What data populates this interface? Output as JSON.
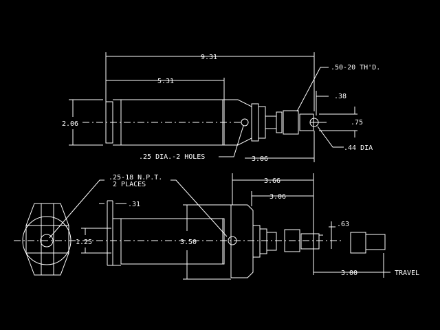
{
  "colors": {
    "background": "#000000",
    "line": "#ffffff"
  },
  "top_view": {
    "dim_overall": "9.31",
    "dim_body": "5.31",
    "dim_height": "2.06",
    "thread_note": ".50-20 TH'D.",
    "dim_rod_end": ".38",
    "dim_clevis": ".75",
    "hole_note": ".25 DIA.-2 HOLES",
    "dim_pin_hole": ".44 DIA",
    "dim_rod_extension": "3.06"
  },
  "bottom_view": {
    "port_note_line1": ".25-18 N.P.T.",
    "port_note_line2": "2 PLACES",
    "dim_flange": ".31",
    "dim_mount_height": "1.25",
    "dim_body_height": "3.50",
    "dim_outer": "3.66",
    "dim_inner": "3.06",
    "dim_rod_tip": ".63",
    "dim_travel_value": "3.00",
    "travel_label": "TRAVEL"
  }
}
